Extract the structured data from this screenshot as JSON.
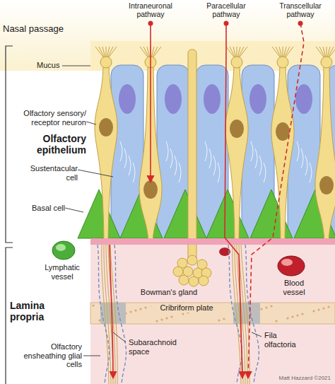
{
  "diagram": {
    "labels": [
      "Intraneuronal pathway",
      "Paracellular pathway",
      "Transcellular pathway",
      "Nasal passage",
      "Mucus",
      "Olfactory sensory/ receptor neuron",
      "Olfactory epithelium",
      "Sustentacular cell",
      "Basal cell",
      "Lymphatic vessel",
      "Bowman's gland",
      "Blood vessel",
      "Lamina propria",
      "Cribriform plate",
      "Olfactory ensheathing glial cells",
      "Subarachnoid space",
      "Fila olfactoria",
      "Matt Hazzard ©2021"
    ]
  }
}
